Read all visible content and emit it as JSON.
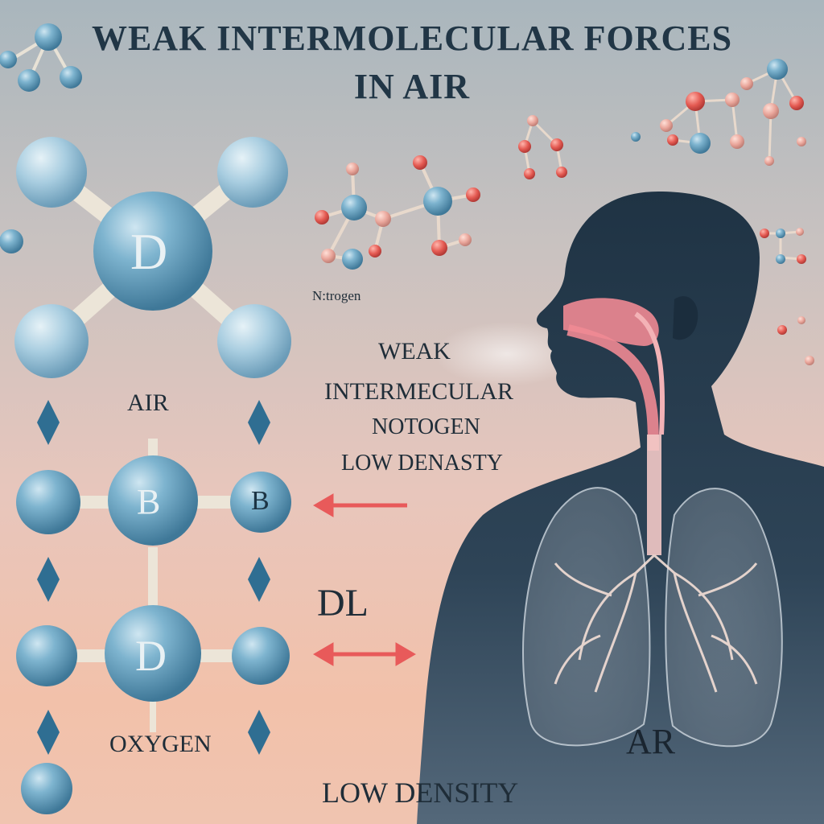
{
  "title": {
    "line1": "Weak intermolecular forces",
    "line2": "in air"
  },
  "labels": {
    "nitrogen": "N:trogen",
    "air": "AIR",
    "weak": "WEAK",
    "intermecular": "INTERMECULAR",
    "notogen": "NOTOGEN",
    "low_densty": "LOW DENASTY",
    "dl": "DL",
    "oxygen": "OXYGEN",
    "low_density": "LOW DENSITY",
    "ar": "AR"
  },
  "atom_letters": {
    "top": "D",
    "middle_center": "B",
    "middle_right": "B",
    "bottom": "D"
  },
  "colors": {
    "atom_blue": "#5a9ab8",
    "atom_light": "#a9cfe0",
    "bond": "#e8e2d6",
    "arrow_red": "#e85a5a",
    "silhouette": "#24384a",
    "airway_pink": "#f08a94",
    "text_dark": "#1f2d38"
  },
  "icons": [
    "diamond-icon",
    "double-arrow-icon",
    "lungs-icon",
    "person-silhouette-icon"
  ]
}
